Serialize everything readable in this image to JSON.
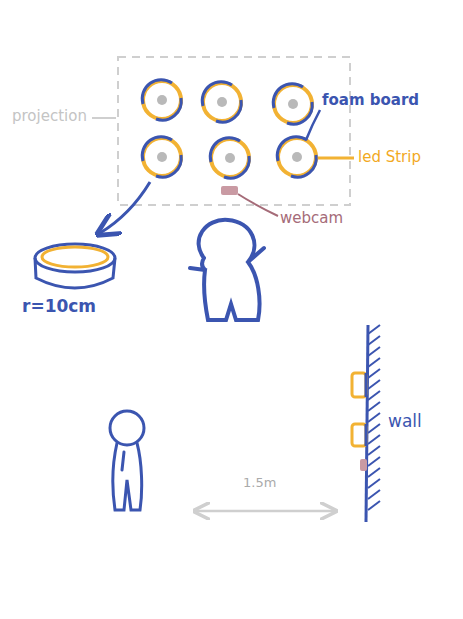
{
  "diagram": {
    "labels": [
      "projection",
      "foam board",
      "led Strip",
      "webcam",
      "r=10cm",
      "wall",
      "1.5m"
    ]
  }
}
